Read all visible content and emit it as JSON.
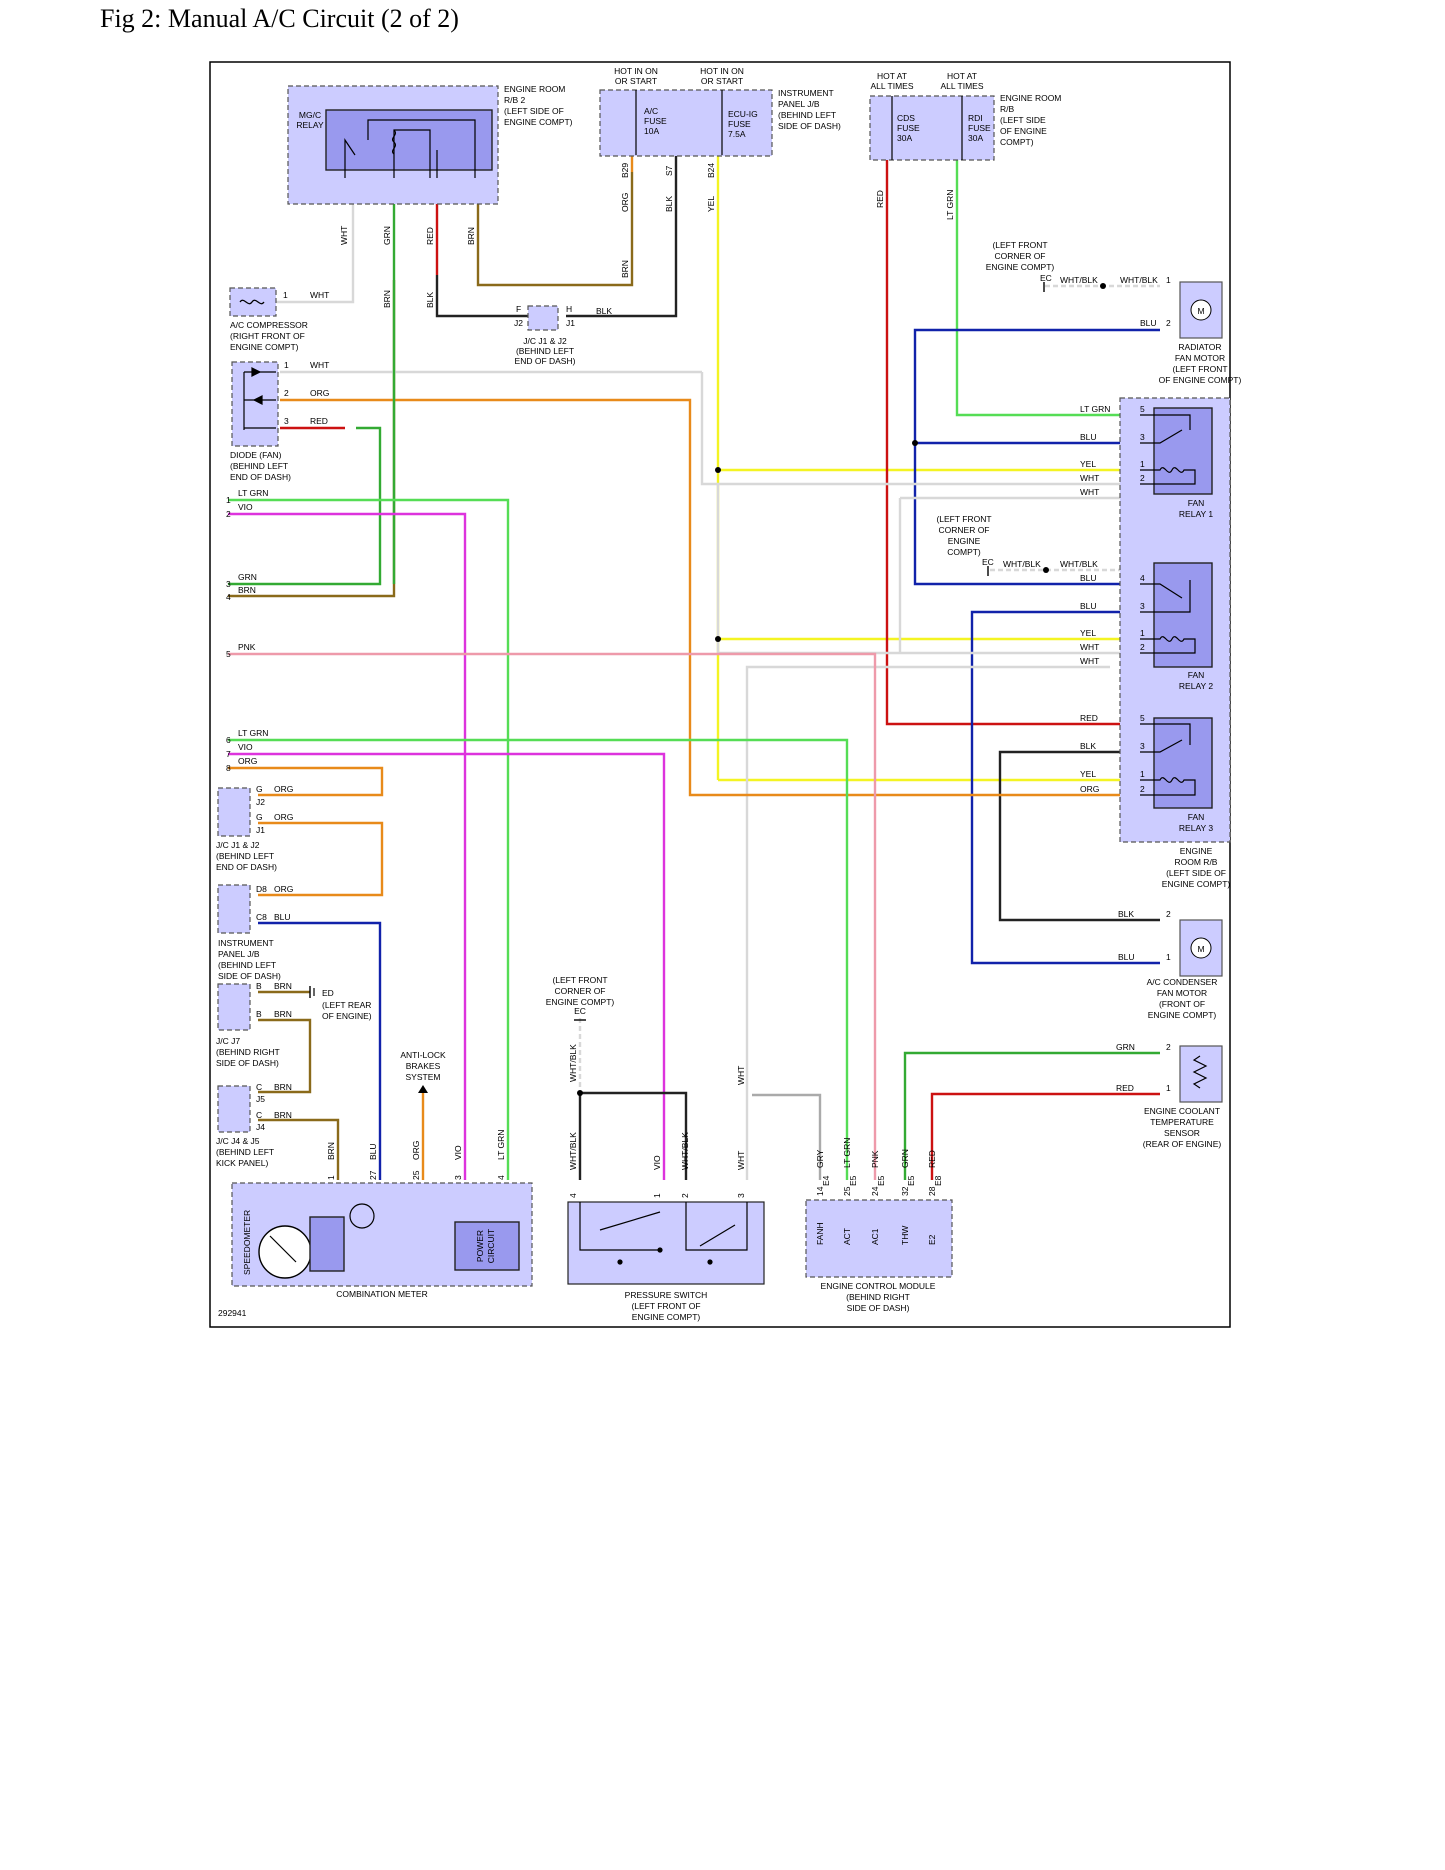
{
  "title": "Fig 2: Manual A/C Circuit (2 of 2)",
  "figure_number": "292941",
  "wire_colors": {
    "WHT": "#d8d8d8",
    "GRN": "#33aa33",
    "RED": "#cc1111",
    "BRN": "#8a6a1a",
    "ORG": "#e88a1a",
    "BLK": "#222222",
    "YEL": "#f4f422",
    "LTGRN": "#55dd55",
    "BLU": "#1122aa",
    "VIO": "#dd33dd",
    "PNK": "#ee9aaa",
    "GRY": "#aaaaaa"
  },
  "component_fill": "#ccccff",
  "fuse_labels": {
    "hot_on_1": [
      "HOT IN ON",
      "OR START"
    ],
    "hot_on_2": [
      "HOT IN ON",
      "OR START"
    ],
    "hot_at_1": [
      "HOT AT",
      "ALL TIMES"
    ],
    "hot_at_2": [
      "HOT AT",
      "ALL TIMES"
    ],
    "ac_fuse": [
      "A/C",
      "FUSE",
      "10A"
    ],
    "ecu_fuse": [
      "ECU-IG",
      "FUSE",
      "7.5A"
    ],
    "cds_fuse": [
      "CDS",
      "FUSE",
      "30A"
    ],
    "rdi_fuse": [
      "RDI",
      "FUSE",
      "30A"
    ]
  },
  "components": {
    "er_rb2": [
      "ENGINE ROOM",
      "R/B 2",
      "(LEFT SIDE OF",
      "ENGINE COMPT)"
    ],
    "mgc_relay": [
      "MG/C",
      "RELAY"
    ],
    "ip_jb_top": [
      "INSTRUMENT",
      "PANEL J/B",
      "(BEHIND LEFT",
      "SIDE OF DASH)"
    ],
    "er_rb_top": [
      "ENGINE ROOM",
      "R/B",
      "(LEFT SIDE",
      "OF ENGINE",
      "COMPT)"
    ],
    "ac_compressor": [
      "A/C COMPRESSOR",
      "(RIGHT FRONT OF",
      "ENGINE COMPT)"
    ],
    "jc_j1j2_top": [
      "J/C J1 & J2",
      "(BEHIND LEFT",
      "END OF DASH)"
    ],
    "diode_fan": [
      "DIODE (FAN)",
      "(BEHIND LEFT",
      "END OF DASH)"
    ],
    "radiator_fan_motor": [
      "RADIATOR",
      "FAN MOTOR",
      "(LEFT FRONT",
      "OF ENGINE COMPT)"
    ],
    "ground_lf1": [
      "(LEFT FRONT",
      "CORNER OF",
      "ENGINE COMPT)"
    ],
    "ground_lf2": [
      "(LEFT FRONT",
      "CORNER OF",
      "ENGINE",
      "COMPT)"
    ],
    "ground_lf3": [
      "(LEFT FRONT",
      "CORNER OF",
      "ENGINE COMPT)"
    ],
    "fan_relay_1": [
      "FAN",
      "RELAY 1"
    ],
    "fan_relay_2": [
      "FAN",
      "RELAY 2"
    ],
    "fan_relay_3": [
      "FAN",
      "RELAY 3"
    ],
    "er_rb_right": [
      "ENGINE",
      "ROOM R/B",
      "(LEFT SIDE OF",
      "ENGINE COMPT)"
    ],
    "ac_condenser_fan": [
      "A/C CONDENSER",
      "FAN MOTOR",
      "(FRONT OF",
      "ENGINE COMPT)"
    ],
    "ect_sensor": [
      "ENGINE COOLANT",
      "TEMPERATURE",
      "SENSOR",
      "(REAR OF ENGINE)"
    ],
    "jc_j1j2_left": [
      "J/C J1 & J2",
      "(BEHIND LEFT",
      "END OF DASH)"
    ],
    "ip_jb_left": [
      "INSTRUMENT",
      "PANEL J/B",
      "(BEHIND LEFT",
      "SIDE OF DASH)"
    ],
    "jc_j7": [
      "J/C J7",
      "(BEHIND RIGHT",
      "SIDE OF DASH)"
    ],
    "ground_ed": [
      "(LEFT REAR",
      "OF ENGINE)"
    ],
    "jc_j4j5": [
      "J/C J4 & J5",
      "(BEHIND LEFT",
      "KICK PANEL)"
    ],
    "abs": [
      "ANTI-LOCK",
      "BRAKES",
      "SYSTEM"
    ],
    "combination_meter": "COMBINATION METER",
    "speedometer": "SPEEDOMETER",
    "power_circuit": [
      "POWER",
      "CIRCUIT"
    ],
    "pressure_switch": [
      "PRESSURE SWITCH",
      "(LEFT FRONT OF",
      "ENGINE COMPT)"
    ],
    "ecm": [
      "ENGINE CONTROL MODULE",
      "(BEHIND RIGHT",
      "SIDE OF DASH)"
    ]
  },
  "ground_codes": {
    "ec": "EC",
    "ed": "ED"
  },
  "ecm_pins": [
    "FANH",
    "ACT",
    "AC1",
    "THW",
    "E2"
  ],
  "ecm_pin_numbers": [
    "14",
    "25",
    "24",
    "32",
    "28"
  ],
  "ecm_wire_labels": [
    "GRY",
    "LT GRN",
    "PNK",
    "GRN",
    "RED"
  ],
  "ecm_connector_codes": [
    "E4",
    "E5",
    "E5",
    "E5",
    "E8"
  ],
  "wire_labels": {
    "wht": "WHT",
    "grn": "GRN",
    "red": "RED",
    "brn": "BRN",
    "org": "ORG",
    "blk": "BLK",
    "yel": "YEL",
    "ltgrn": "LT GRN",
    "blu": "BLU",
    "vio": "VIO",
    "pnk": "PNK",
    "whtblk": "WHT/BLK",
    "gry": "GRY"
  },
  "connector_labels": {
    "b29": "B29",
    "s7": "S7",
    "b24": "B24",
    "f": "F",
    "h": "H",
    "j2": "J2",
    "j1": "J1",
    "g": "G",
    "d8": "D8",
    "c8": "C8",
    "b": "B",
    "c": "C",
    "j5": "J5",
    "j4": "J4"
  },
  "left_rail_pins": [
    "1",
    "2",
    "3",
    "4",
    "5",
    "6",
    "7",
    "8"
  ],
  "combination_meter_pins": [
    "1",
    "27",
    "25",
    "3",
    "4"
  ],
  "combination_meter_wires": [
    "BRN",
    "BLU",
    "ORG",
    "VIO",
    "LT GRN"
  ],
  "pressure_switch_pins": [
    "4",
    "1",
    "2",
    "3"
  ],
  "pressure_switch_wires": [
    "WHT/BLK",
    "VIO",
    "WHT/BLK",
    "WHT"
  ]
}
